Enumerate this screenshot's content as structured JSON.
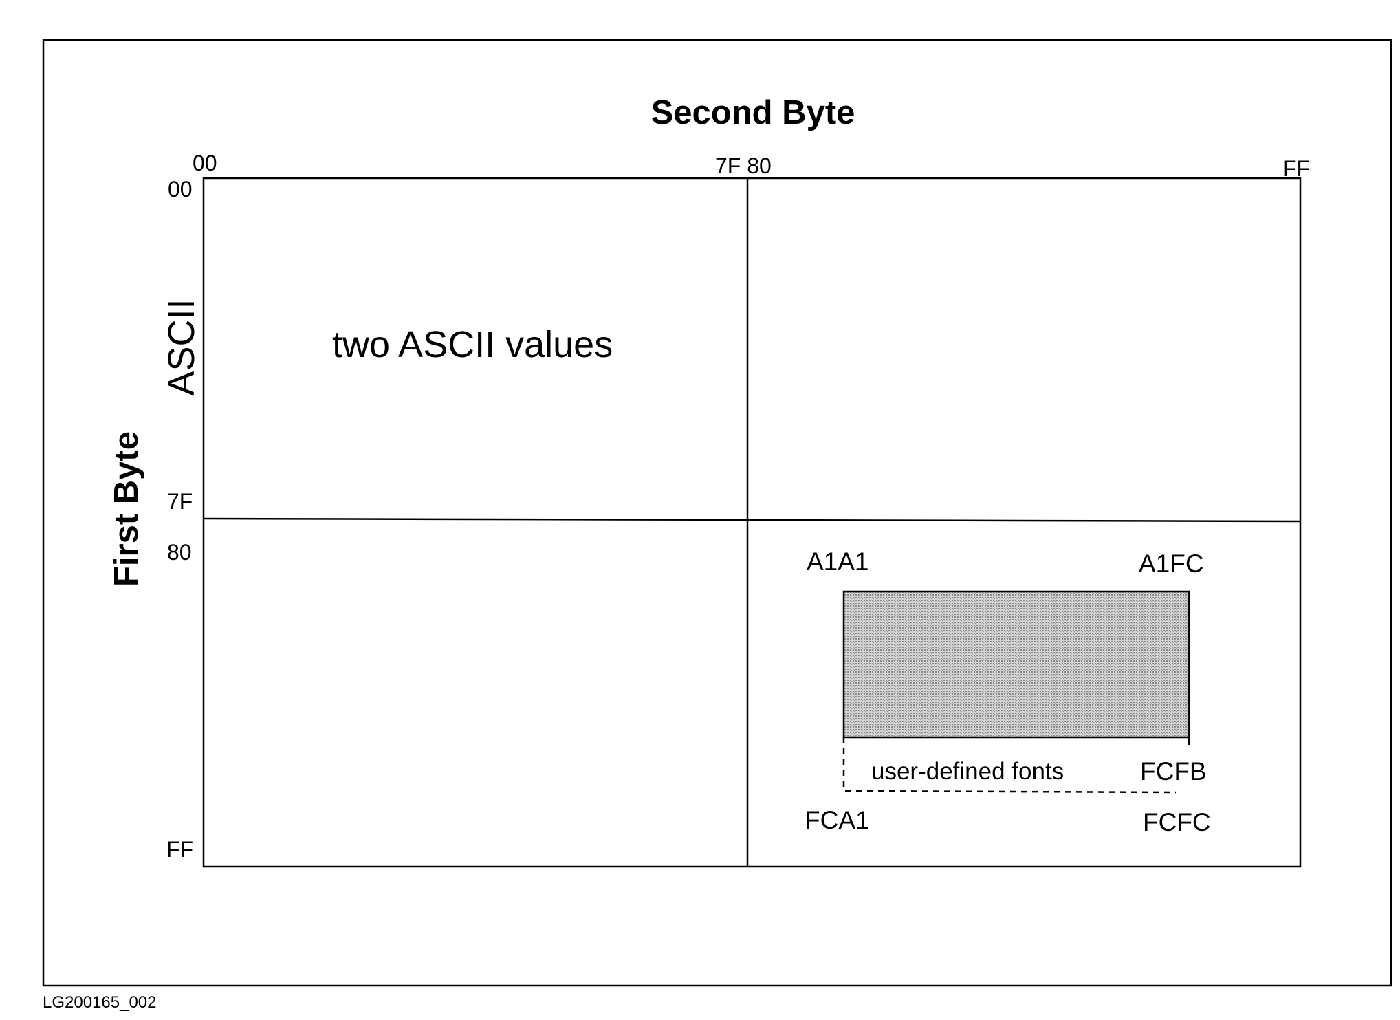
{
  "diagram": {
    "title_second_byte": "Second Byte",
    "title_first_byte": "First Byte",
    "ascii_side_label": "ASCII",
    "region_ascii_text": "two ASCII values",
    "col_labels": {
      "c00": "00",
      "c7f80": "7F 80",
      "cff": "FF"
    },
    "row_labels": {
      "r00": "00",
      "r7f": "7F",
      "r80": "80",
      "rff": "FF"
    },
    "corner_labels": {
      "a1a1": "A1A1",
      "a1fc": "A1FC",
      "fcfb": "FCFB",
      "fca1": "FCA1",
      "fcfc": "FCFC"
    },
    "user_defined_label": "user-defined fonts",
    "figure_id": "LG200165_002",
    "colors": {
      "stroke": "#000000",
      "shade": "#bdbdbd"
    }
  }
}
